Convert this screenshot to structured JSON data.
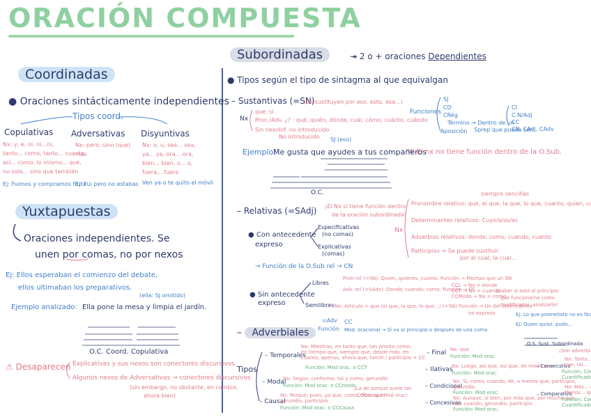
{
  "title": "ORACIÓN COMPUESTA",
  "left": {
    "coordinadas": {
      "heading": "Coordinadas",
      "definition": "Oraciones sintácticamente independientes",
      "tipos_label": "Tipos coord.",
      "types": [
        {
          "name": "Copulativas",
          "nx": "Nx: y, e, ni, ni...ni,",
          "nx2": "tanto... como, tanto... cuanto,",
          "nx3": "así... como, lo mismo... que,",
          "nx4": "no solo... sino que también",
          "ej": "Ej: Fuimos y compramos fruta"
        },
        {
          "name": "Adversativas",
          "nx": "Nx: pero, sino (que)",
          "nx2": "mas",
          "ej": "Ej: Fui pero no estabas"
        },
        {
          "name": "Disyuntivas",
          "nx": "Nx: o, u, sea... sea,",
          "nx2": "ya... ya, ora... ora,",
          "nx3": "bien... bien, o... o,",
          "nx4": "fuera... fuera",
          "ej": "Ven ya o te quito el móvil"
        }
      ]
    },
    "yuxtapuestas": {
      "heading": "Yuxtapuestas",
      "definition1": "Oraciones independientes. Se",
      "definition2": "unen por comas, no por nexos",
      "ej1": "Ej: Ellos esperaban el comienzo del debate,",
      "ej2": "ellos ultimaban los preparativos.",
      "ejemplo_label": "Ejemplo analizado:",
      "ejemplo_text": "Ella pone la mesa y limpia el jardín.",
      "sj_note": "(ella: SJ omitido)",
      "caption": "O.C. Coord. Copulativa",
      "desaparecen_label": "Desaparecen",
      "desaparecen1": "Explicativas y sus nexos son conectores discursivos",
      "desaparecen2": "Algunos nexos de Adversativas → conectores discursivos",
      "desaparecen3": "(sin embargo, no obstante, en cambio,",
      "desaparecen4": "ahora bien)"
    }
  },
  "right": {
    "subordinadas": {
      "heading": "Subordinadas",
      "arrow_text": "→ 2 o + oraciones",
      "dependientes": "Dependientes",
      "tipos_line": "Tipos según el tipo de sintagma al que equivalgan"
    },
    "sustantivas": {
      "heading": "Sustantivas (=SN)",
      "note": "(Se sustituyen por eso, esto, esa...)",
      "nx_label": "Nx",
      "que_si": "que, si",
      "pron": "Pron./Adv. ¿? : qué, quién, dónde, cuál, cómo, cuánto, cuándo",
      "sin_nexo": "Sin nexo",
      "inf": "Inf. no introducido",
      "no_intro": "No introducido",
      "funciones": "Funciones",
      "f_sj": "SJ",
      "f_cd": "CD",
      "f_creg": "CRég",
      "f_termino": "Término → Dentro de un",
      "f_termino2": "Sprep que puede ser:",
      "f_aposicion": "Aposición",
      "f_ci": "CI",
      "f_cnadj": "C.N/Adj",
      "f_cc": "CC",
      "f_list": "CN, CAdj, CAdv",
      "nota_nx": "El nx no tiene función dentro de la O.Sub.",
      "ejemplo_label": "Ejemplo:",
      "ejemplo_text": "Me gusta que ayudes a tus compañeros",
      "sj_eso": "SJ (eso)",
      "caption": "O.C."
    },
    "relativas": {
      "heading": "Relativas (=SAdj)",
      "note1": "¡El Nx sí tiene función dentro",
      "note2": "de la oración subordinada!",
      "con_antecedente": "Con antecedente",
      "expreso": "expreso",
      "especificativas": "Especificativas",
      "sin_comas": "(no comas)",
      "explicativas": "Explicativas",
      "comas": "(comas)",
      "funcion_cn": "→ Función de la O.Sub rel → CN",
      "sin_antecedente": "Sin antecedente",
      "sin_expreso": "expreso",
      "libres": "Libres",
      "libres_nx": "Pron rel (=SN): Quien, quienes, cuanto. Función → Mismas que un SN",
      "libres_adv": "Adv. rel (=SAdv): Donde, cuando, como. Función → CC",
      "semilibres": "Semilibres",
      "semilibres_nx": "Nx: Artículo + que (el que, la que, lo que...) (=SN) Función → Un del antecedente",
      "semilibres_no": "no expreso",
      "cc_donde": "CCL → Nx = donde",
      "cc_cuando": "CCT → Nx = cuando",
      "cc_como": "CCModo → Nx = como",
      "nx_list_1": "Pronombre relativo: que, el que, la que, lo que, cuanto, quien, cuanto...",
      "nx_list_2": "Determinantes relativos: Cuyo/a/os/as",
      "nx_list_3": "Adverbios relativos: donde, como, cuando, cuanto",
      "nx_list_4": "Participios → Se puede sustituir",
      "nx_list_5": "por el cual, la cual...",
      "siempre": "siempre sencillas",
      "nx_label": "Nx",
      "aviso": "¡Saber si está al principio",
      "aviso2": "que funciona/no como",
      "aviso3": "modificador, analizarlo!",
      "ej_quiero": "Ej: Lo que prometiste no es fácil",
      "ej_quien": "Ej: Quien quiso, pudo..."
    },
    "adverbiales": {
      "heading": "Adverbiales",
      "adv_label": "=Adv",
      "funcion": "Función",
      "cc": "CC",
      "mod_oracional": "Mod. oracional → Si va al principio o después de una coma",
      "tipos_label": "Tipos",
      "temporales": "Temporales",
      "temporales_nx": "Nx: Mientras, en tanto que, tan pronto como,",
      "temporales_nx2": "en tiempo que, siempre que, desde más, en",
      "temporales_nx3": "cuanto, apenas, ahora que, tan/ni / participio + CC",
      "temporales_f": "Función: Mod orac. o CCT",
      "modal": "Modal",
      "modal_nx": "Nx: Según, conforme, tal y como, gerundio",
      "modal_f": "Función: Mod orac. o CCmodo",
      "causal": "Causal",
      "causal_nx": "Nx: Porque, pues, ya que, como, dado que,",
      "causal_nx2": "gerundio, participio",
      "causal_f": "Función: Mod orac. o CCCausa",
      "causal_note": "¡La de porque suele ser",
      "causal_note2": "CCCausa / Mod orac!",
      "final": "Final",
      "final_nx": "Nx: que",
      "final_f": "Función: Mod orac.",
      "ilativas": "Ilativas",
      "ilativas_nx": "Nx: Luego, así que, así que, de modo que",
      "ilativas_f": "Función: Mod orac.",
      "condicional": "Condicional",
      "cond_nx": "Nx: Si, como, cuando, de, a menos que, participio,",
      "cond_nx2": "gerundio",
      "cond_f": "Función: Mod orac.",
      "concesivas": "Concesivas",
      "conc_nx": "Nx: Aunque, si bien, por más que, por mucho que,",
      "conc_nx2": "aun cuando, gerundio, participio",
      "conc_f": "Función: Mod orac.",
      "consecutiva": "Consecutiva",
      "consec_nx": "Nx: Tanto...",
      "consec_nx2": "que, tal...",
      "consec_f": "Función: Complemento",
      "consec_f2": "Cuantificador",
      "comparativa": "Comparativa",
      "comp_nx": "Nx: Más... que",
      "comp_nx2": "Menos... que...",
      "comp_f": "Función: Complemento",
      "comp_f2": "Cuantificador",
      "nota_cons": "¡Son adverbiales!",
      "os_label": "O.S. Sust. Subordinada"
    }
  }
}
